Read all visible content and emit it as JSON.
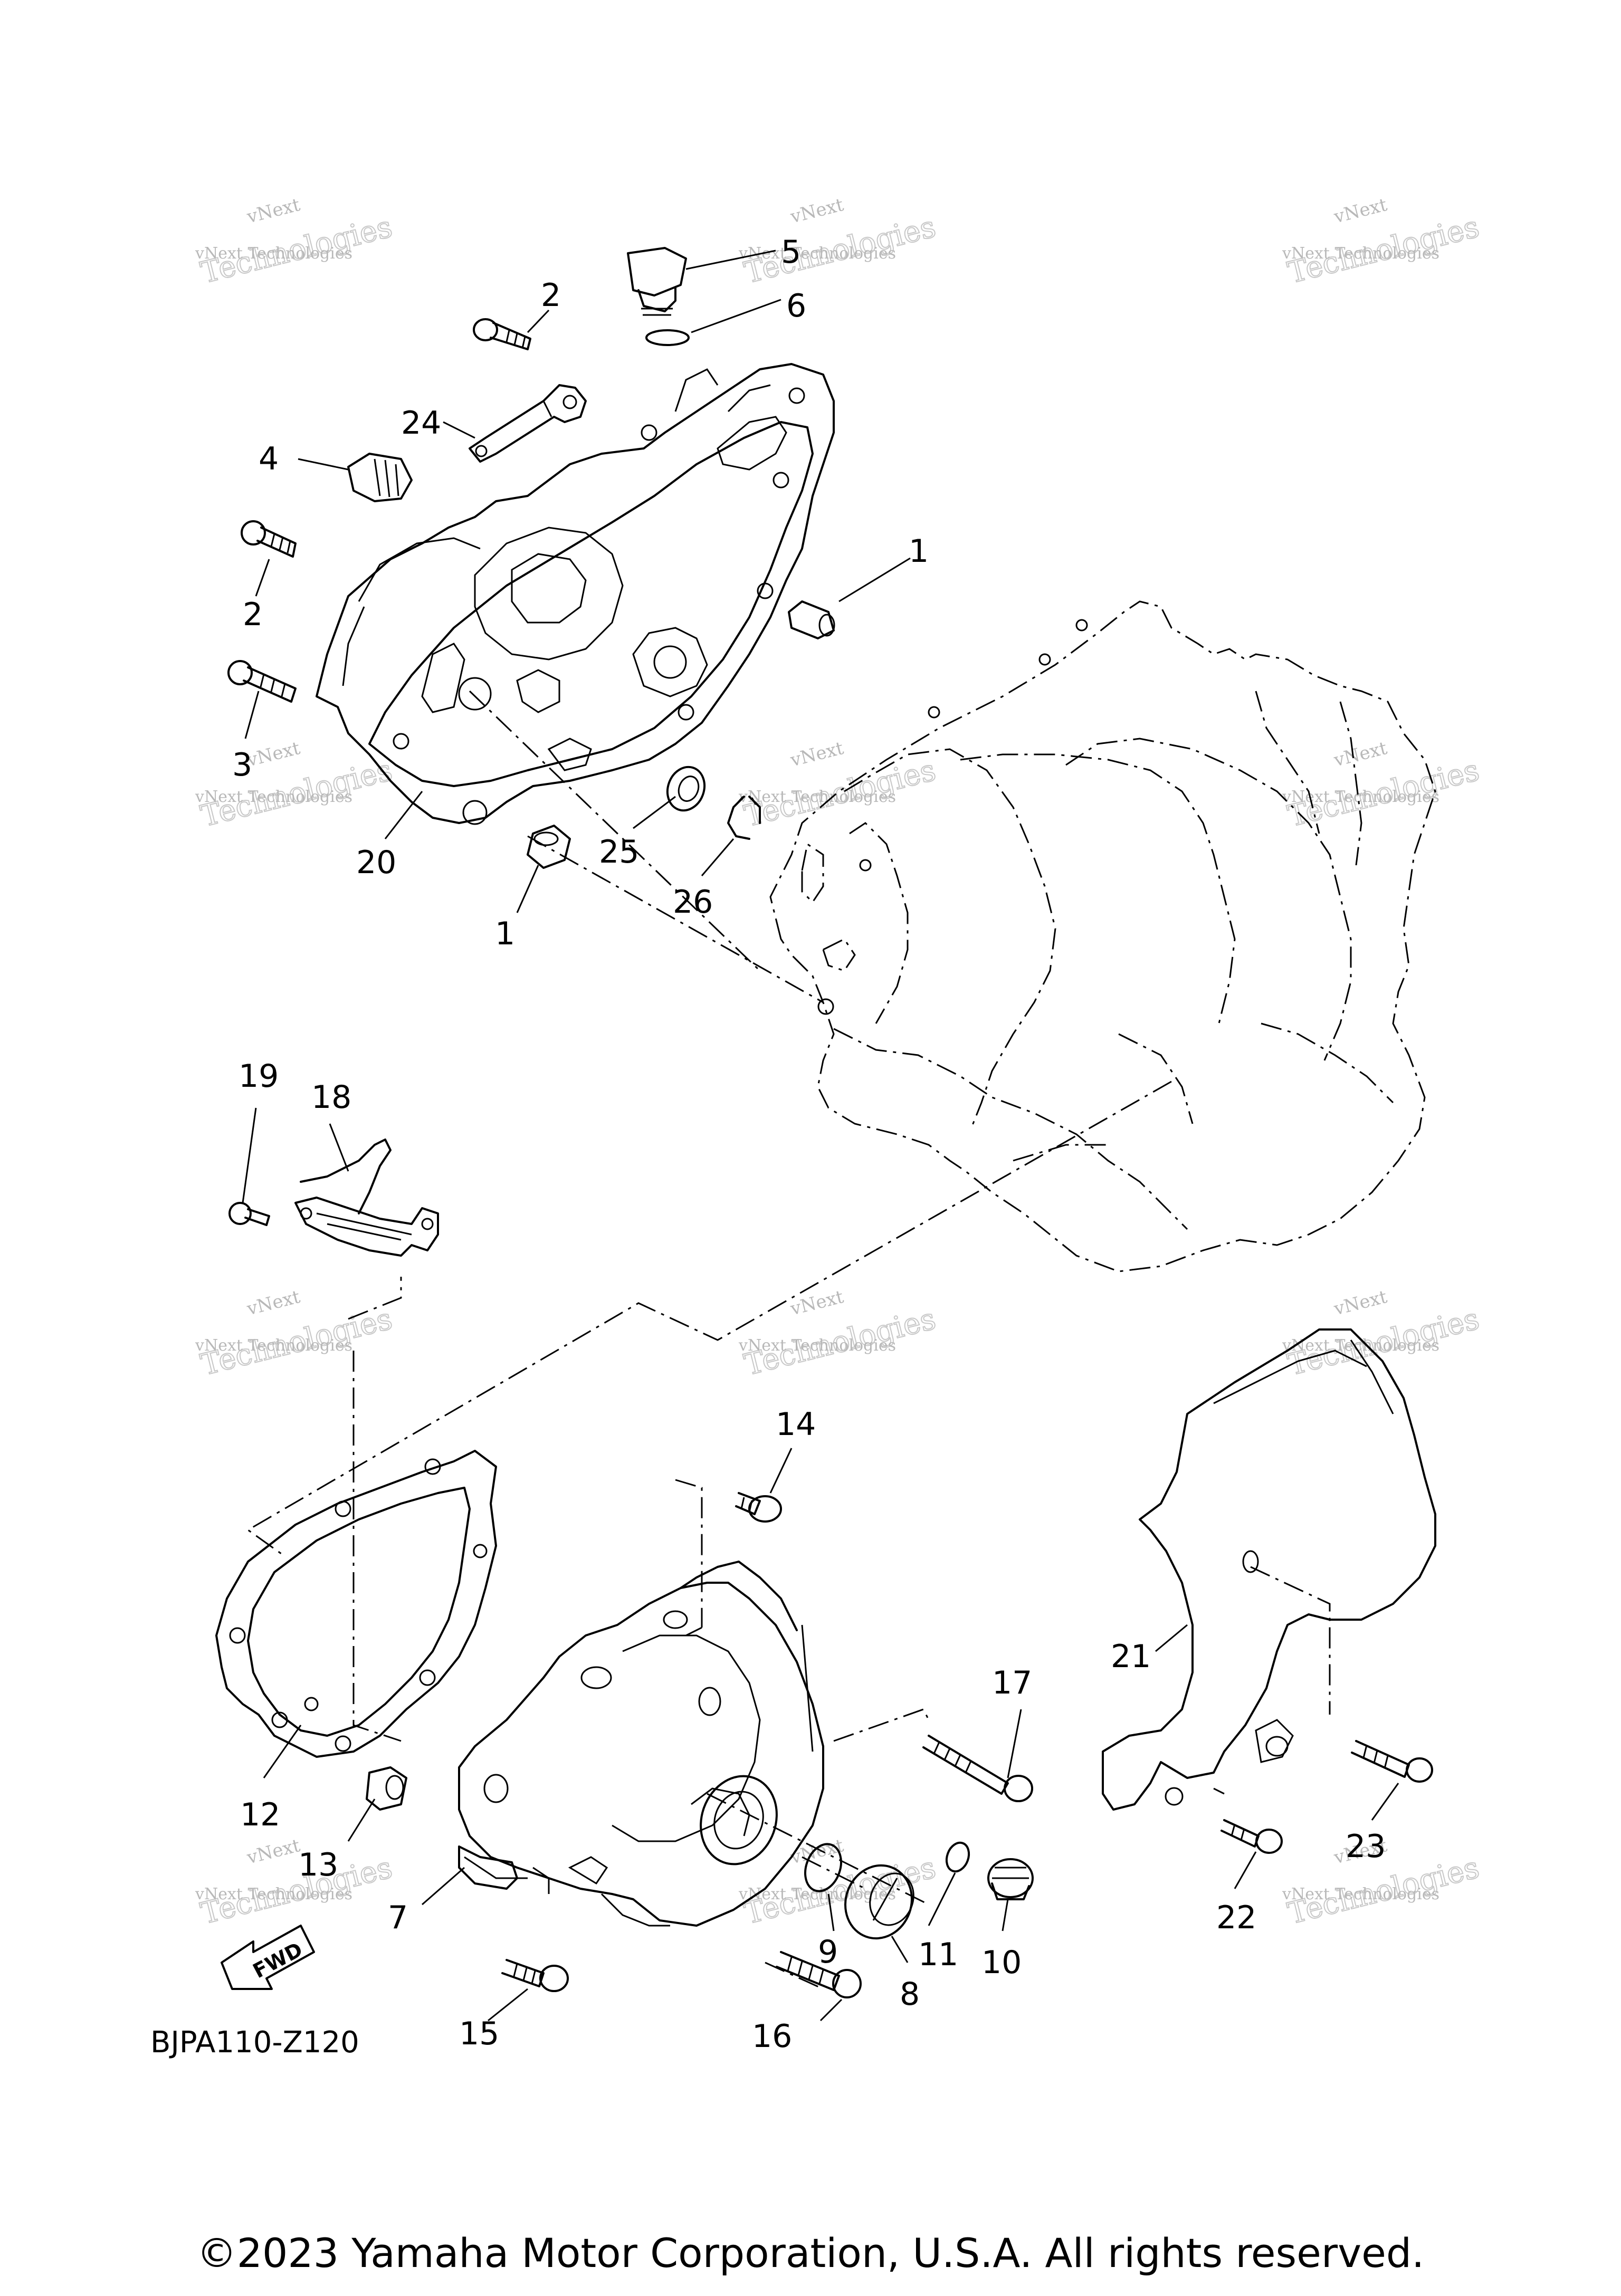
{
  "diagram": {
    "code": "BJPA110-Z120",
    "fwd_label": "FWD",
    "copyright": "©2023 Yamaha Motor Corporation, U.S.A. All rights reserved.",
    "watermark": {
      "line1": "vNext",
      "line2": "vNext Technologies",
      "line3": "Technologies"
    },
    "callouts": {
      "c1a": "1",
      "c1b": "1",
      "c2a": "2",
      "c2b": "2",
      "c3": "3",
      "c4": "4",
      "c5": "5",
      "c6": "6",
      "c7": "7",
      "c8": "8",
      "c9": "9",
      "c10": "10",
      "c11": "11",
      "c12": "12",
      "c13": "13",
      "c14": "14",
      "c15": "15",
      "c16": "16",
      "c17": "17",
      "c18": "18",
      "c19": "19",
      "c20": "20",
      "c21": "21",
      "c22": "22",
      "c23": "23",
      "c24": "24",
      "c25": "25",
      "c26": "26"
    }
  }
}
